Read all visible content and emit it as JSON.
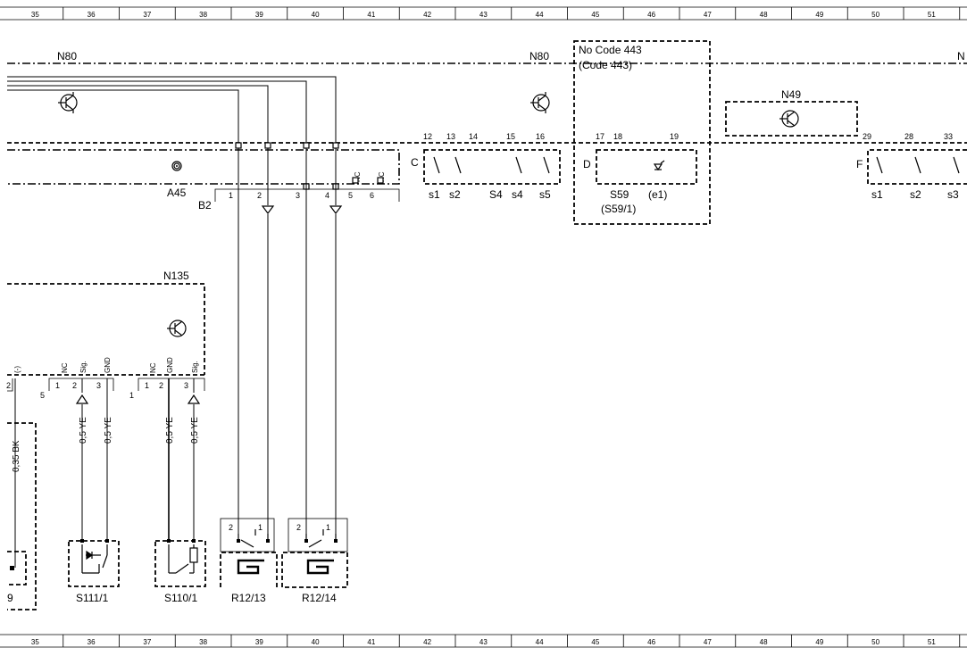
{
  "ruler": {
    "columns": [
      "35",
      "36",
      "37",
      "38",
      "39",
      "40",
      "41",
      "42",
      "43",
      "44",
      "45",
      "46",
      "47",
      "48",
      "49",
      "50",
      "51"
    ]
  },
  "components": {
    "n80_left": "N80",
    "n80_right": "N80",
    "code_no": "No  Code 443",
    "code_yes": "(Code 443)",
    "n49": "N49",
    "a45": "A45",
    "b2": "B2",
    "c": "C",
    "d": "D",
    "f": "F",
    "s4": "S4",
    "s59": "S59",
    "s59_1": "(S59/1)",
    "e1": "(e1)",
    "n135": "N135",
    "s111": "S111/1",
    "s110": "S110/1",
    "r12_13": "R12/13",
    "r12_14": "R12/14",
    "left_9": "9"
  },
  "switches": {
    "c_group": [
      "s1",
      "s2",
      "s4",
      "s5"
    ],
    "f_group": [
      "s1",
      "s2",
      "s3"
    ]
  },
  "pins": {
    "a45": [
      "1",
      "2",
      "3",
      "4",
      "5",
      "6"
    ],
    "a45_nc": [
      "NC",
      "NC"
    ],
    "c_group": [
      "12",
      "13",
      "14",
      "15",
      "16"
    ],
    "d_group": [
      "17",
      "18",
      "19"
    ],
    "f_group": [
      "29",
      "28",
      "33"
    ],
    "conn5": {
      "number": "5",
      "pins": [
        "1",
        "2",
        "3"
      ],
      "labels": [
        "NC",
        "Sig.",
        "GND"
      ]
    },
    "conn1": {
      "number": "1",
      "pins": [
        "1",
        "2",
        "3"
      ],
      "labels": [
        "NC",
        "GND",
        "Sig."
      ]
    },
    "left_conn": {
      "pin": "2",
      "label": "(-)"
    },
    "r12_13": [
      "2",
      "1"
    ],
    "r12_14": [
      "2",
      "1"
    ]
  },
  "wires": {
    "w1": "0,35 BK",
    "w2": "0,5 YE",
    "w3": "0,5 YE",
    "w4": "0,5 YE",
    "w5": "0,5 YE"
  },
  "icons": {
    "transistor": "transistor-icon",
    "spiral": "spiral-coil-icon",
    "led": "led-icon",
    "ground": "ground-arrow-icon",
    "sensor": "sensor-arrow-icon",
    "heater": "heating-element-icon"
  }
}
